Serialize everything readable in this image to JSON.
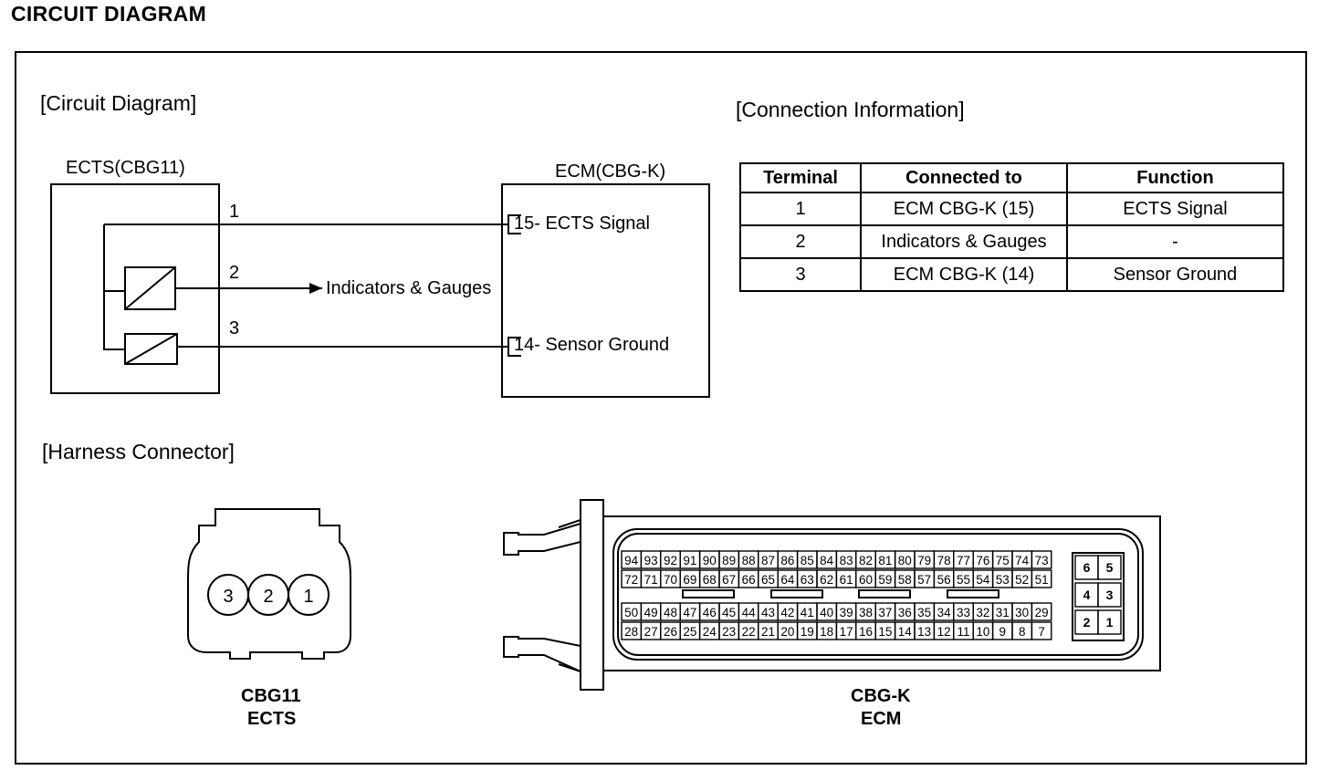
{
  "page_title": "CIRCUIT DIAGRAM",
  "circuit": {
    "heading": "[Circuit Diagram]",
    "ects_label": "ECTS(CBG11)",
    "ecm_label": "ECM(CBG-K)",
    "pin1": "1",
    "pin2": "2",
    "pin3": "3",
    "wire2_target": "Indicators & Gauges",
    "ecm_pin15": "15- ECTS Signal",
    "ecm_pin14": "14- Sensor Ground"
  },
  "connection": {
    "heading": "[Connection Information]",
    "headers": [
      "Terminal",
      "Connected to",
      "Function"
    ],
    "rows": [
      [
        "1",
        "ECM CBG-K (15)",
        "ECTS Signal"
      ],
      [
        "2",
        "Indicators & Gauges",
        "-"
      ],
      [
        "3",
        "ECM CBG-K (14)",
        "Sensor Ground"
      ]
    ]
  },
  "harness": {
    "heading": "[Harness Connector]",
    "ects_pins": [
      "3",
      "2",
      "1"
    ],
    "ects_code": "CBG11",
    "ects_name": "ECTS",
    "ecm_code": "CBG-K",
    "ecm_name": "ECM",
    "ecm_rows": [
      [
        "94",
        "93",
        "92",
        "91",
        "90",
        "89",
        "88",
        "87",
        "86",
        "85",
        "84",
        "83",
        "82",
        "81",
        "80",
        "79",
        "78",
        "77",
        "76",
        "75",
        "74",
        "73"
      ],
      [
        "72",
        "71",
        "70",
        "69",
        "68",
        "67",
        "66",
        "65",
        "64",
        "63",
        "62",
        "61",
        "60",
        "59",
        "58",
        "57",
        "56",
        "55",
        "54",
        "53",
        "52",
        "51"
      ],
      [
        "50",
        "49",
        "48",
        "47",
        "46",
        "45",
        "44",
        "43",
        "42",
        "41",
        "40",
        "39",
        "38",
        "37",
        "36",
        "35",
        "34",
        "33",
        "32",
        "31",
        "30",
        "29"
      ],
      [
        "28",
        "27",
        "26",
        "25",
        "24",
        "23",
        "22",
        "21",
        "20",
        "19",
        "18",
        "17",
        "16",
        "15",
        "14",
        "13",
        "12",
        "11",
        "10",
        "9",
        "8",
        "7"
      ]
    ],
    "ecm_side_pins": [
      [
        "6",
        "5"
      ],
      [
        "4",
        "3"
      ],
      [
        "2",
        "1"
      ]
    ]
  }
}
